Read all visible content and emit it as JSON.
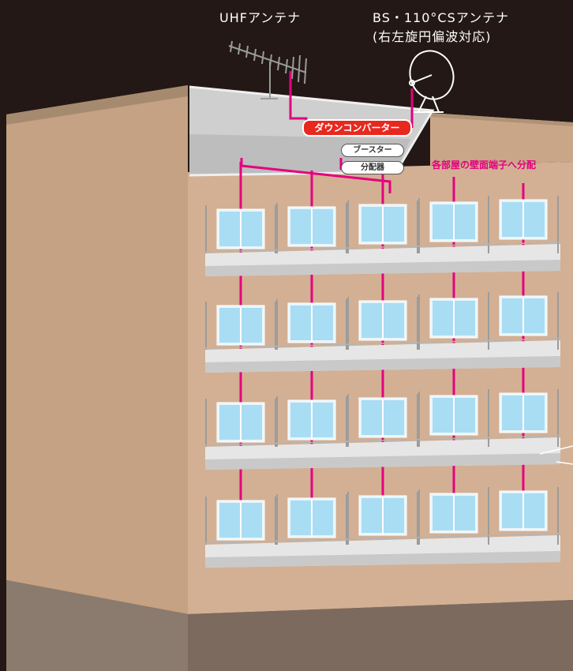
{
  "labels": {
    "uhf_antenna": "UHFアンテナ",
    "bs_antenna_line1": "BS・110°CSアンテナ",
    "bs_antenna_line2": "(右左旋円偏波対応)",
    "down_converter": "ダウンコンバーター",
    "booster": "ブースター",
    "splitter": "分配器",
    "distribution_note": "各部屋の壁面端子へ分配"
  },
  "building": {
    "floors": 4,
    "units_per_floor": 5
  },
  "colors": {
    "background": "#231815",
    "cable": "#e4007f",
    "converter": "#e8281e",
    "wall": "#d3b094",
    "wall_side": "#c4a283",
    "window_glass": "#a9ddf3"
  }
}
